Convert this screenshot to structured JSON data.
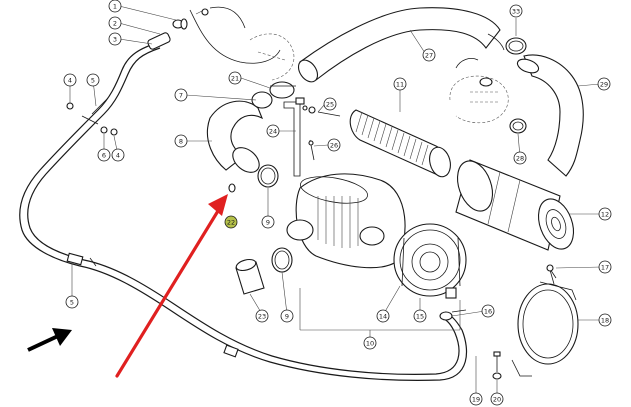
{
  "diagram": {
    "callouts": [
      "1",
      "2",
      "3",
      "4",
      "5",
      "6",
      "4",
      "7",
      "21",
      "27",
      "33",
      "29",
      "11",
      "25",
      "24",
      "26",
      "8",
      "28",
      "12",
      "9",
      "22",
      "5",
      "17",
      "16",
      "14",
      "15",
      "23",
      "9",
      "10",
      "18",
      "19",
      "20"
    ],
    "highlight_color": "#b5c14a",
    "arrow_color": "#e02020"
  }
}
